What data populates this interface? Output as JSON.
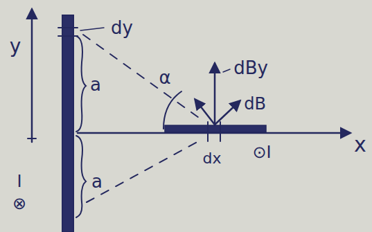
{
  "diagram": {
    "labels": [
      "y",
      "dy",
      "a",
      "a",
      "α",
      "dBy",
      "dB",
      "x",
      "dx",
      "⊙I",
      "I",
      "⊗"
    ]
  }
}
